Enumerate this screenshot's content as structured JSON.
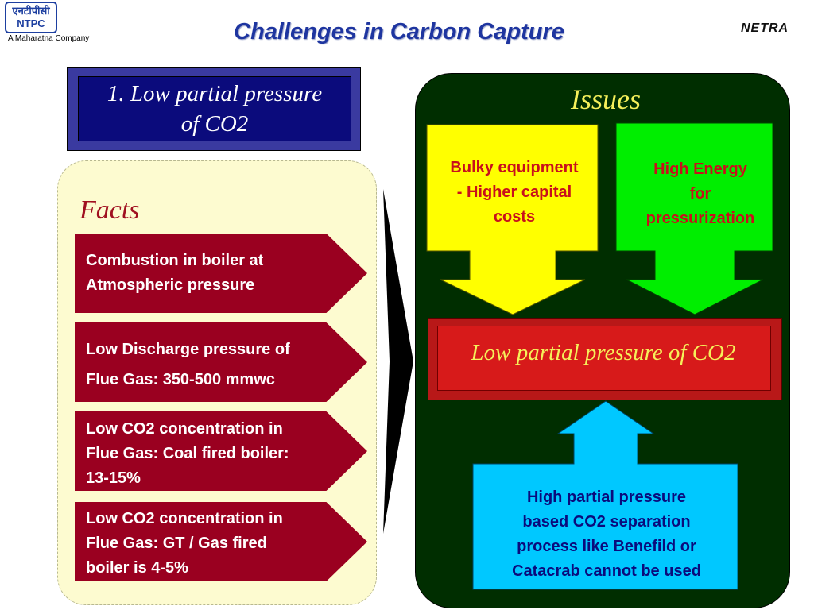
{
  "header": {
    "logo_line1": "एनटीपीसी",
    "logo_line2": "NTPC",
    "company_tagline": "A Maharatna Company",
    "title": "Challenges in Carbon Capture",
    "brand": "NETRA"
  },
  "heading": {
    "line1": "1. Low partial pressure",
    "line2": "of CO2"
  },
  "facts": {
    "label": "Facts",
    "items": [
      {
        "line1": "Combustion in boiler at",
        "line2": "Atmospheric pressure",
        "line3": ""
      },
      {
        "line1": "Low Discharge pressure of",
        "line2": "Flue Gas: 350-500 mmwc",
        "line3": ""
      },
      {
        "line1": "Low CO2 concentration in",
        "line2": "Flue Gas: Coal fired boiler:",
        "line3": "13-15%"
      },
      {
        "line1": "Low CO2 concentration in",
        "line2": "Flue Gas: GT / Gas fired",
        "line3": "boiler is 4-5%"
      }
    ]
  },
  "issues": {
    "label": "Issues",
    "yellow_card": {
      "line1": "Bulky equipment",
      "line2": "- Higher capital",
      "line3": "costs"
    },
    "green_card": {
      "line1": "High Energy",
      "line2": "for",
      "line3": "pressurization"
    },
    "center": "Low partial pressure of CO2",
    "blue_card": {
      "line1": "High partial pressure",
      "line2": "based CO2 separation",
      "line3": "process like Benefild or",
      "line4": "Catacrab cannot be used"
    }
  },
  "colors": {
    "title_blue": "#1e35a0",
    "fact_red": "#9a0020",
    "issues_green_bg": "#002e00",
    "yellow": "#ffff00",
    "green": "#00ee00",
    "cyan": "#00c8ff",
    "center_red": "#d71a1a",
    "text_yellow": "#f5f05a"
  }
}
